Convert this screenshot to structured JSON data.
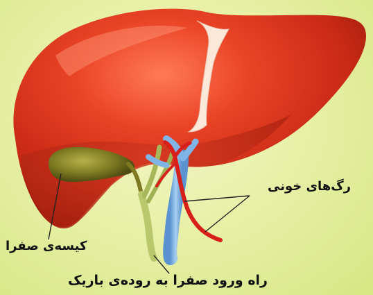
{
  "labels": {
    "blood_vessels": "رگ‌های خونی",
    "gallbladder": "کیسه‌ی صفرا",
    "bile_duct": "راه ورود صفرا به روده‌ی باریک"
  },
  "colors": {
    "background": "#e2ec9a",
    "liver": "#e0351e",
    "gallbladder": "#8a8a2a",
    "vein": "#7fb4e6",
    "artery": "#d8201a",
    "duct": "#b8c870"
  }
}
